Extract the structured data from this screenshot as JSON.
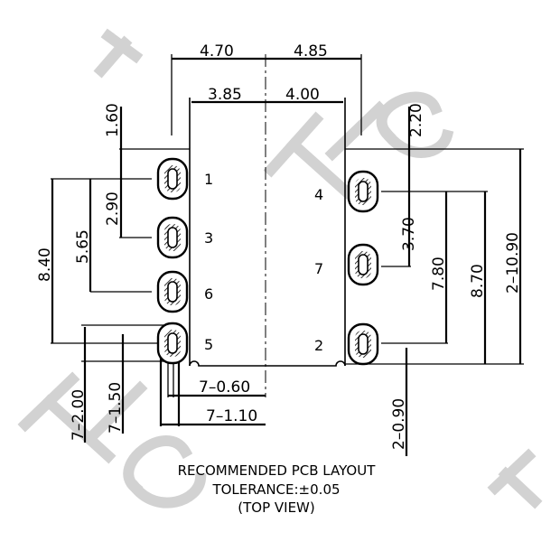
{
  "dimensions": {
    "top_left_outer": "4.70",
    "top_right_outer": "4.85",
    "top_left_inner": "3.85",
    "top_right_inner": "4.00",
    "left_top_offset": "1.60",
    "right_top_offset": "2.20",
    "left_pitch": "2.90",
    "left_span_mid": "5.65",
    "left_span_full": "8.40",
    "right_pitch": "3.70",
    "right_span_mid": "7.80",
    "right_span_full": "8.70",
    "overall_height": "2–10.90",
    "slot_length": "7–2.00",
    "slot_length_inner": "7–1.50",
    "slot_width_inner": "7–0.60",
    "slot_width": "7–1.10",
    "right_slot_width": "2–0.90"
  },
  "pins": {
    "left": [
      "1",
      "3",
      "6",
      "5"
    ],
    "right": [
      "4",
      "7",
      "2"
    ]
  },
  "caption": {
    "line1": "RECOMMENDED PCB LAYOUT",
    "line2": "TOLERANCE:±0.05",
    "line3": "(TOP VIEW)"
  },
  "watermark": "TIC"
}
